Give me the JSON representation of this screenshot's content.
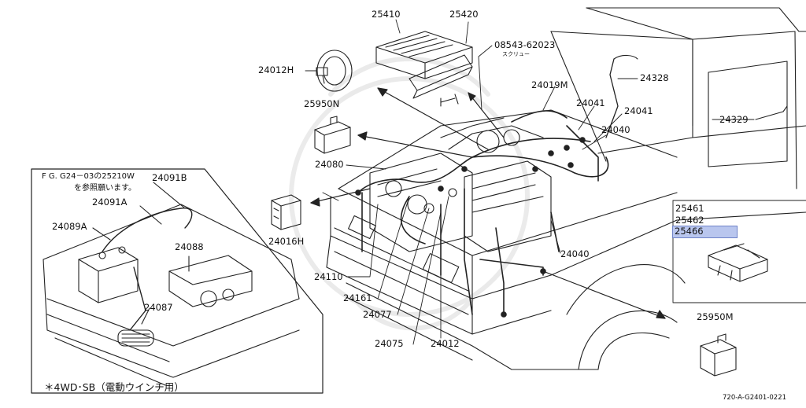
{
  "labels": {
    "p25410": "25410",
    "p25420": "25420",
    "p08543": "08543-62023",
    "screw": "スクリュー",
    "p24012H": "24012H",
    "p24019M": "24019M",
    "p24328": "24328",
    "p25950N": "25950N",
    "p24041a": "24041",
    "p24041b": "24041",
    "p24040a": "24040",
    "p24329": "24329",
    "p24080": "24080",
    "p24016H": "24016H",
    "note_line1": "F G. G24－03の25210W",
    "note_line2": "を参照願います。",
    "p24091B": "24091B",
    "p24091A": "24091A",
    "p24089A": "24089A",
    "p24088": "24088",
    "p24087": "24087",
    "p24110": "24110",
    "p24161": "24161",
    "p24077": "24077",
    "p24075": "24075",
    "p24012": "24012",
    "p24040b": "24040",
    "p25461": "25461",
    "p25462": "25462",
    "p25466": "25466",
    "p25950M": "25950M",
    "footnote": "＊4WD･SB（電動ウインチ用）",
    "diagram_id": "720-A-G2401-0221"
  }
}
